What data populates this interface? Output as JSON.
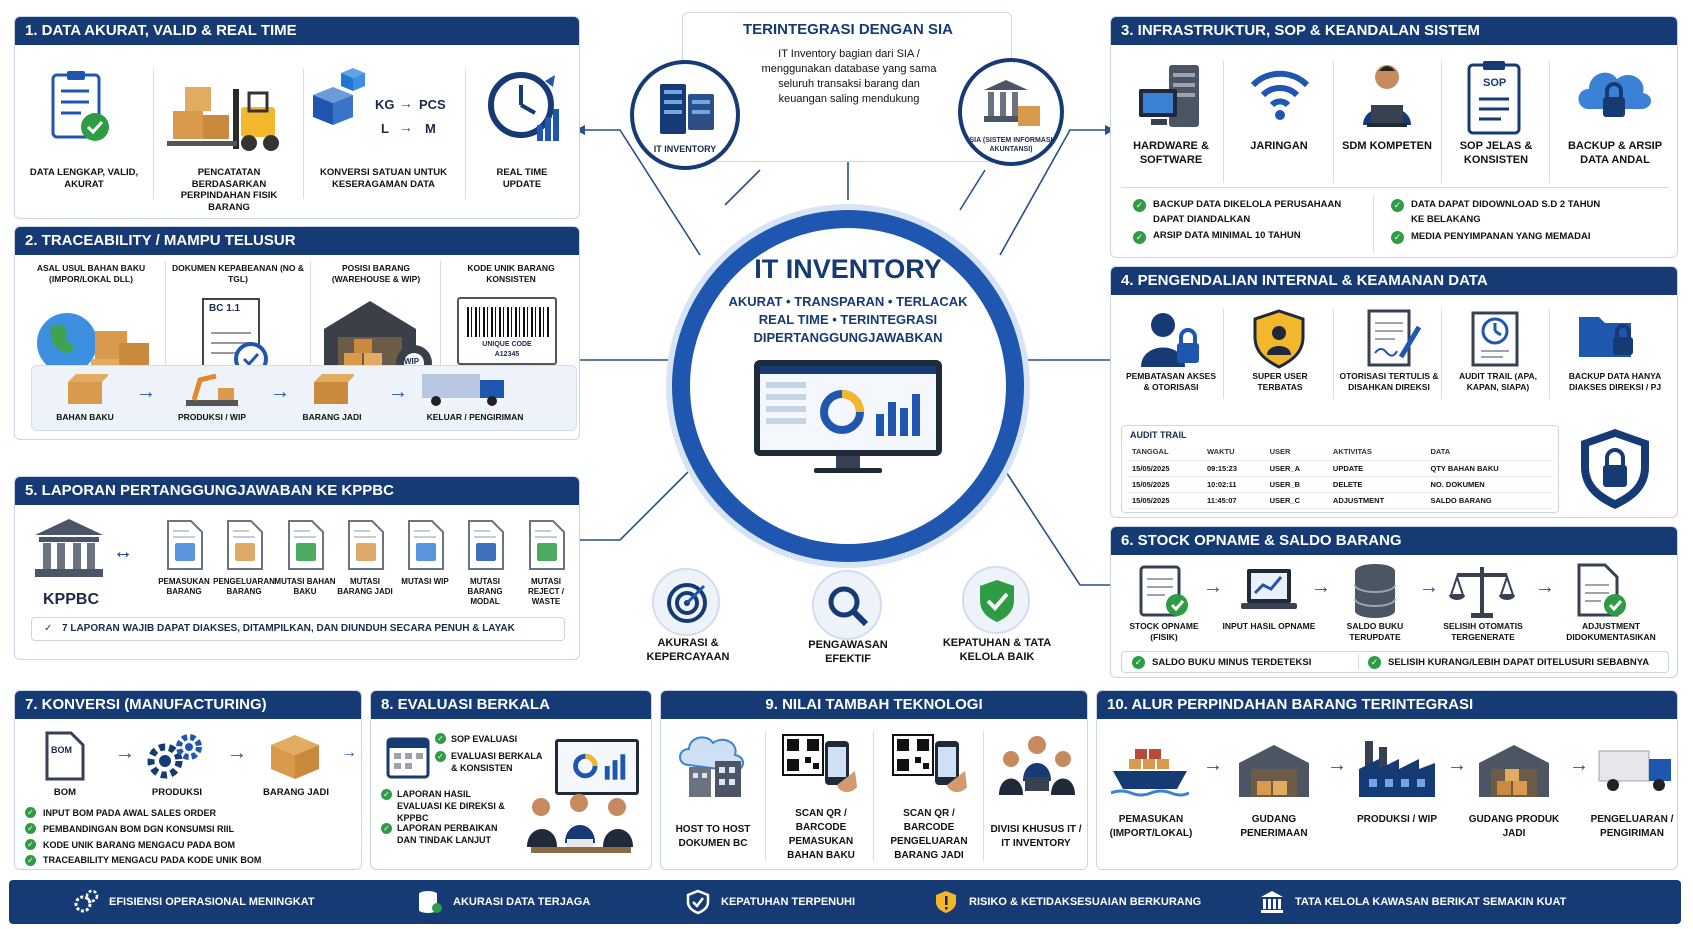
{
  "panel1": {
    "title": "1. DATA AKURAT, VALID & REAL TIME",
    "items": [
      "DATA LENGKAP, VALID, AKURAT",
      "PENCATATAN BERDASARKAN PERPINDAHAN FISIK BARANG",
      "KONVERSI SATUAN UNTUK KESERAGAMAN DATA",
      "REAL TIME UPDATE"
    ],
    "conv_kg": "KG",
    "conv_pcs": "PCS",
    "conv_l": "L",
    "conv_m": "M"
  },
  "panel2": {
    "title": "2. TRACEABILITY / MAMPU TELUSUR",
    "items": [
      "ASAL USUL BAHAN BAKU (IMPOR/LOKAL DLL)",
      "DOKUMEN KEPABEANAN (NO & TGL)",
      "POSISI BARANG (WAREHOUSE & WIP)",
      "KODE UNIK BARANG KONSISTEN"
    ],
    "doc_label": "BC 1.1",
    "wip_label": "WIP",
    "barcode_label": "UNIQUE CODE",
    "barcode_code": "A12345",
    "flow": [
      "BAHAN BAKU",
      "PRODUKSI / WIP",
      "BARANG JADI",
      "KELUAR / PENGIRIMAN"
    ]
  },
  "panel5": {
    "title": "5. LAPORAN PERTANGGUNGJAWABAN KE KPPBC",
    "kppbc": "KPPBC",
    "reports": [
      "PEMASUKAN BARANG",
      "PENGELUARAN BARANG",
      "MUTASI BAHAN BAKU",
      "MUTASI BARANG JADI",
      "MUTASI WIP",
      "MUTASI BARANG MODAL",
      "MUTASI REJECT / WASTE"
    ],
    "note": "7 LAPORAN WAJIB DAPAT DIAKSES, DITAMPILKAN, DAN DIUNDUH SECARA PENUH & LAYAK"
  },
  "sia": {
    "title": "TERINTEGRASI DENGAN SIA",
    "desc": "IT Inventory bagian dari SIA / menggunakan database yang sama seluruh transaksi barang dan keuangan saling mendukung",
    "left": "IT INVENTORY",
    "right": "SIA (SISTEM INFORMASI AKUNTANSI)"
  },
  "center": {
    "title": "IT INVENTORY",
    "line1": "AKURAT • TRANSPARAN • TERLACAK",
    "line2": "REAL TIME • TERINTEGRASI",
    "line3": "DIPERTANGGUNGJAWABKAN"
  },
  "outcomes": [
    "AKURASI & KEPERCAYAAN",
    "PENGAWASAN EFEKTIF",
    "KEPATUHAN & TATA KELOLA BAIK"
  ],
  "panel3": {
    "title": "3. INFRASTRUKTUR, SOP & KEANDALAN SISTEM",
    "items": [
      "HARDWARE & SOFTWARE",
      "JARINGAN",
      "SDM KOMPETEN",
      "SOP JELAS & KONSISTEN",
      "BACKUP & ARSIP DATA ANDAL"
    ],
    "sop_label": "SOP",
    "checks": [
      "BACKUP DATA DIKELOLA PERUSAHAAN DAPAT DIANDALKAN",
      "ARSIP DATA MINIMAL 10 TAHUN",
      "DATA DAPAT DIDOWNLOAD S.D 2 TAHUN KE BELAKANG",
      "MEDIA PENYIMPANAN YANG MEMADAI"
    ]
  },
  "panel4": {
    "title": "4. PENGENDALIAN INTERNAL & KEAMANAN DATA",
    "items": [
      "PEMBATASAN AKSES & OTORISASI",
      "SUPER USER TERBATAS",
      "OTORISASI TERTULIS & DISAHKAN DIREKSI",
      "AUDIT TRAIL (APA, KAPAN, SIAPA)",
      "BACKUP DATA HANYA DIAKSES DIREKSI / PJ"
    ],
    "audit_title": "AUDIT TRAIL",
    "headers": [
      "TANGGAL",
      "WAKTU",
      "USER",
      "AKTIVITAS",
      "DATA"
    ],
    "rows": [
      [
        "15/05/2025",
        "09:15:23",
        "USER_A",
        "UPDATE",
        "QTY BAHAN BAKU"
      ],
      [
        "15/05/2025",
        "10:02:11",
        "USER_B",
        "DELETE",
        "NO. DOKUMEN"
      ],
      [
        "15/05/2025",
        "11:45:07",
        "USER_C",
        "ADJUSTMENT",
        "SALDO BARANG"
      ]
    ]
  },
  "panel6": {
    "title": "6. STOCK OPNAME & SALDO BARANG",
    "items": [
      "STOCK OPNAME (FISIK)",
      "INPUT HASIL OPNAME",
      "SALDO BUKU TERUPDATE",
      "SELISIH OTOMATIS TERGENERATE",
      "ADJUSTMENT DIDOKUMENTASIKAN"
    ],
    "checks": [
      "SALDO BUKU MINUS TERDETEKSI",
      "SELISIH KURANG/LEBIH DAPAT DITELUSURI SEBABNYA"
    ]
  },
  "panel7": {
    "title": "7. KONVERSI (MANUFACTURING)",
    "bom_label": "BOM",
    "flow": [
      "BOM",
      "PRODUKSI",
      "BARANG JADI"
    ],
    "checks": [
      "INPUT BOM PADA AWAL SALES ORDER",
      "PEMBANDINGAN BOM DGN KONSUMSI RIIL",
      "KODE UNIK BARANG MENGACU PADA BOM",
      "TRACEABILITY MENGACU PADA KODE UNIK BOM"
    ]
  },
  "panel8": {
    "title": "8. EVALUASI BERKALA",
    "items": [
      "SOP EVALUASI",
      "EVALUASI BERKALA & KONSISTEN",
      "LAPORAN HASIL EVALUASI KE DIREKSI & KPPBC",
      "LAPORAN PERBAIKAN DAN TINDAK LANJUT"
    ]
  },
  "panel9": {
    "title": "9. NILAI TAMBAH TEKNOLOGI",
    "items": [
      "HOST TO HOST DOKUMEN BC",
      "SCAN QR / BARCODE PEMASUKAN BAHAN BAKU",
      "SCAN QR / BARCODE PENGELUARAN BARANG JADI",
      "DIVISI KHUSUS IT / IT INVENTORY"
    ]
  },
  "panel10": {
    "title": "10. ALUR PERPINDAHAN BARANG TERINTEGRASI",
    "items": [
      "PEMASUKAN (IMPORT/LOKAL)",
      "GUDANG PENERIMAAN",
      "PRODUKSI / WIP",
      "GUDANG PRODUK JADI",
      "PENGELUARAN / PENGIRIMAN"
    ]
  },
  "footer": [
    "EFISIENSI OPERASIONAL MENINGKAT",
    "AKURASI DATA TERJAGA",
    "KEPATUHAN TERPENUHI",
    "RISIKO & KETIDAKSESUAIAN BERKURANG",
    "TATA KELOLA KAWASAN BERIKAT SEMAKIN KUAT"
  ],
  "colors": {
    "navy": "#163a74",
    "blue": "#1e56b0",
    "green": "#2e9c45",
    "orange": "#d99a4e"
  }
}
